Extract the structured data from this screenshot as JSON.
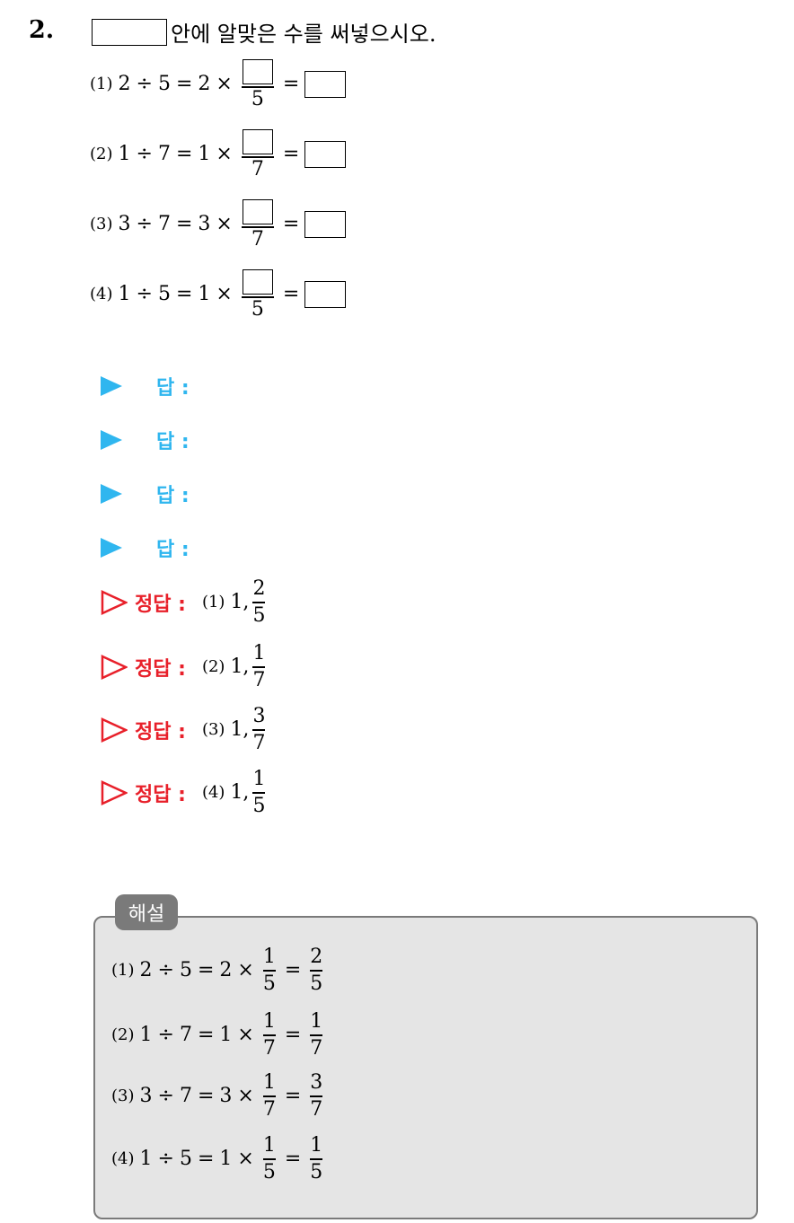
{
  "question": {
    "number": "2.",
    "instruction": "안에 알맞은 수를 써넣으시오."
  },
  "problems": [
    {
      "label": "(1)",
      "a": "2",
      "b": "5",
      "mult": "2"
    },
    {
      "label": "(2)",
      "a": "1",
      "b": "7",
      "mult": "1"
    },
    {
      "label": "(3)",
      "a": "3",
      "b": "7",
      "mult": "3"
    },
    {
      "label": "(4)",
      "a": "1",
      "b": "5",
      "mult": "1"
    }
  ],
  "answer_label": "답 :",
  "correct_label": "정답 :",
  "correct": [
    {
      "label": "(1)",
      "whole": "1,",
      "num": "2",
      "den": "5"
    },
    {
      "label": "(2)",
      "whole": "1,",
      "num": "1",
      "den": "7"
    },
    {
      "label": "(3)",
      "whole": "1,",
      "num": "3",
      "den": "7"
    },
    {
      "label": "(4)",
      "whole": "1,",
      "num": "1",
      "den": "5"
    }
  ],
  "solution": {
    "tab": "해설",
    "lines": [
      {
        "label": "(1)",
        "a": "2",
        "b": "5",
        "mult": "2",
        "fnum": "1",
        "fden": "5",
        "rnum": "2",
        "rden": "5"
      },
      {
        "label": "(2)",
        "a": "1",
        "b": "7",
        "mult": "1",
        "fnum": "1",
        "fden": "7",
        "rnum": "1",
        "rden": "7"
      },
      {
        "label": "(3)",
        "a": "3",
        "b": "7",
        "mult": "3",
        "fnum": "1",
        "fden": "7",
        "rnum": "3",
        "rden": "7"
      },
      {
        "label": "(4)",
        "a": "1",
        "b": "5",
        "mult": "1",
        "fnum": "1",
        "fden": "5",
        "rnum": "1",
        "rden": "5"
      }
    ]
  },
  "symbols": {
    "div": "÷",
    "eq": "=",
    "times": "×"
  },
  "colors": {
    "answer_blue": "#2fb6ef",
    "correct_red": "#e8202a",
    "solution_gray": "#7a7a7a"
  }
}
